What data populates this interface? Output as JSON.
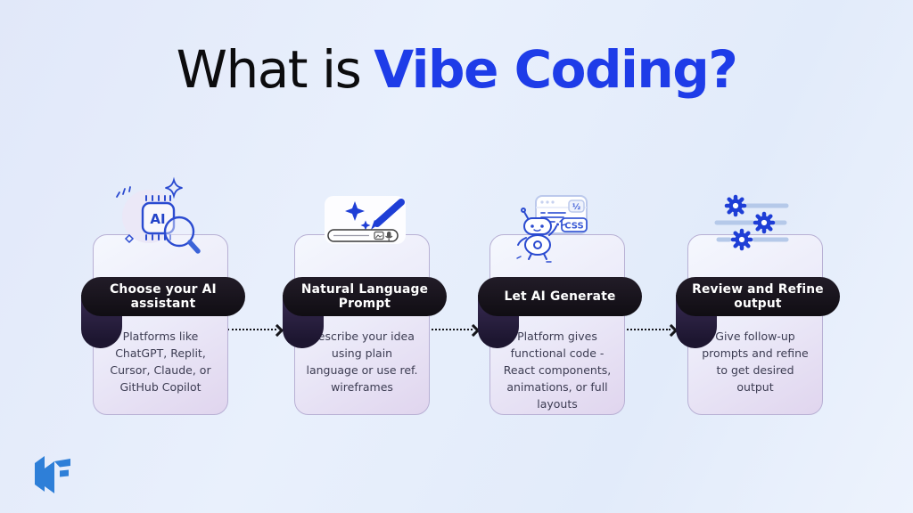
{
  "title": {
    "prefix": "What is",
    "highlight": "Vibe Coding?"
  },
  "steps": [
    {
      "icon": "ai-assistant-icon",
      "title": "Choose your AI\nassistant",
      "description": "Platforms like\nChatGPT, Replit,\nCursor, Claude, or\nGitHub Copilot"
    },
    {
      "icon": "natural-language-prompt-icon",
      "title": "Natural Language\nPrompt",
      "description": "Describe your idea\nusing plain\nlanguage or use ref.\nwireframes"
    },
    {
      "icon": "ai-generate-icon",
      "title": "Let AI Generate",
      "description": "Platform gives\nfunctional code -\nReact components,\nanimations, or full\nlayouts"
    },
    {
      "icon": "review-refine-icon",
      "title": "Review and Refine\noutput",
      "description": "Give follow-up\nprompts and refine\nto get desired\noutput"
    }
  ],
  "icons": {
    "ai_chip_label": "AI",
    "css_badge_label": "CSS",
    "fraction_badge_label": "½"
  },
  "colors": {
    "title_accent": "#1e3ce8",
    "pill_background": "#15111a",
    "ribbon_fold": "#2c2145",
    "icon_outline_blue": "#2b4bd0",
    "icon_solid_blue": "#1e3ed6",
    "icon_light_line": "#b5c9e9",
    "card_lavender": "#e0d5ee",
    "body_text": "#3c3c52",
    "logo_blue": "#2e7fd8",
    "background": "#e6edfb"
  }
}
